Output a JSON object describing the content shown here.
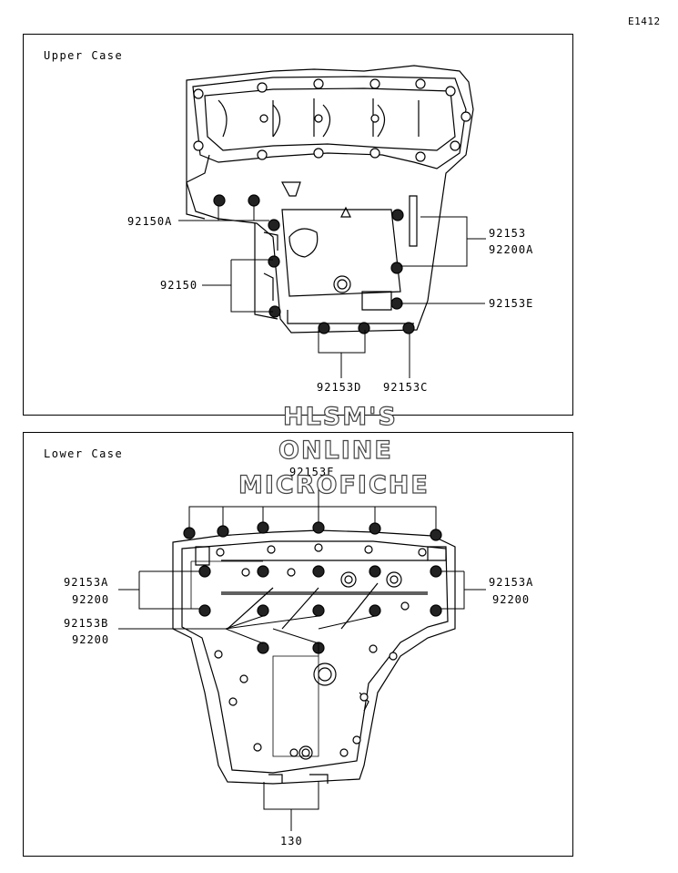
{
  "figure_code": "E1412",
  "upper": {
    "title": "Upper Case",
    "labels": {
      "l92150A": "92150A",
      "l92150": "92150",
      "l92153": "92153",
      "l92200A": "92200A",
      "l92153E": "92153E",
      "l92153D": "92153D",
      "l92153C": "92153C"
    }
  },
  "lower": {
    "title": "Lower Case",
    "labels": {
      "l92153F": "92153F",
      "l92153A_left": "92153A",
      "l92200_left": "92200",
      "l92153B": "92153B",
      "l92200_left2": "92200",
      "l92153A_right": "92153A",
      "l92200_right": "92200",
      "l130": "130"
    }
  },
  "watermark": {
    "line1": "HLSM'S",
    "line2": "ONLINE",
    "line3": "MICROFICHE"
  }
}
